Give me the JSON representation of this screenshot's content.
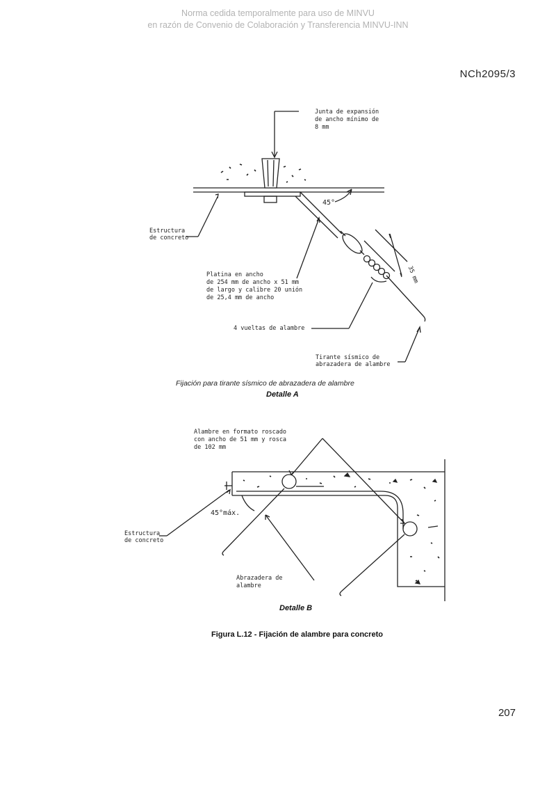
{
  "watermark": {
    "line1": "Norma cedida temporalmente para uso de MINVU",
    "line2": "en razón de Convenio de Colaboración y Transferencia MINVU-INN"
  },
  "header": {
    "doc_id": "NCh2095/3"
  },
  "detail_a": {
    "label_joint_1": "Junta de expansión",
    "label_joint_2": "de ancho mínimo de",
    "label_joint_3": "8 mm",
    "label_structure_1": "Estructura",
    "label_structure_2": "de concreto",
    "label_angle": "45°",
    "label_dim": "35 mm",
    "label_plate_1": "Platina en ancho",
    "label_plate_2": "de 254 mm de ancho x 51 mm",
    "label_plate_3": "de largo y calibre 20 unión",
    "label_plate_4": "de 25,4 mm de ancho",
    "label_turns": "4 vueltas de alambre",
    "label_brace_1": "Tirante sísmico de",
    "label_brace_2": "abrazadera de alambre",
    "caption": "Fijación para tirante sísmico de abrazadera de alambre",
    "title": "Detalle A"
  },
  "detail_b": {
    "label_wire_1": "Alambre en formato roscado",
    "label_wire_2": "con ancho de 51 mm y rosca",
    "label_wire_3": "de 102 mm",
    "label_angle": "45°máx.",
    "label_structure_1": "Estructura",
    "label_structure_2": "de concreto",
    "label_clamp_1": "Abrazadera de",
    "label_clamp_2": "alambre",
    "title": "Detalle B"
  },
  "figure_caption": "Figura L.12 - Fijación de alambre para concreto",
  "footer": {
    "page_number": "207"
  }
}
